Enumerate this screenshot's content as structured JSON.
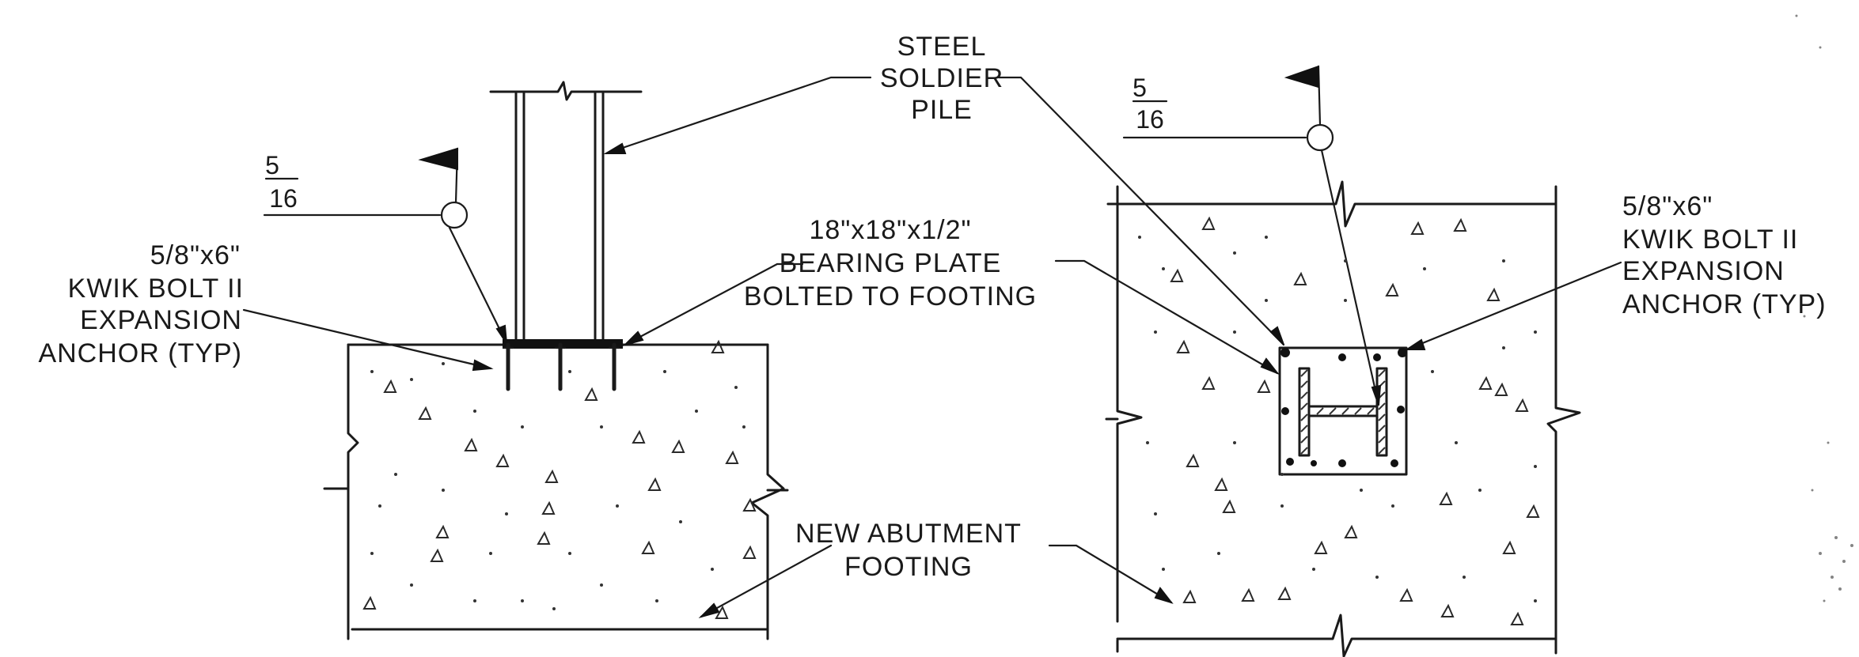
{
  "labels": {
    "steel_soldier_pile": [
      "STEEL",
      "SOLDIER",
      "PILE"
    ],
    "bearing_plate": [
      "18\"x18\"x1/2\"",
      "BEARING PLATE",
      "BOLTED TO FOOTING"
    ],
    "anchor_left": [
      "5/8\"x6\"",
      "KWIK BOLT II",
      "EXPANSION",
      "ANCHOR (TYP)"
    ],
    "anchor_right": [
      "5/8\"x6\"",
      "KWIK BOLT II",
      "EXPANSION",
      "ANCHOR (TYP)"
    ],
    "abutment": [
      "NEW ABUTMENT",
      "FOOTING"
    ]
  },
  "weld_left": {
    "numerator": "5",
    "denominator": "16"
  },
  "weld_right": {
    "numerator": "5",
    "denominator": "16"
  }
}
